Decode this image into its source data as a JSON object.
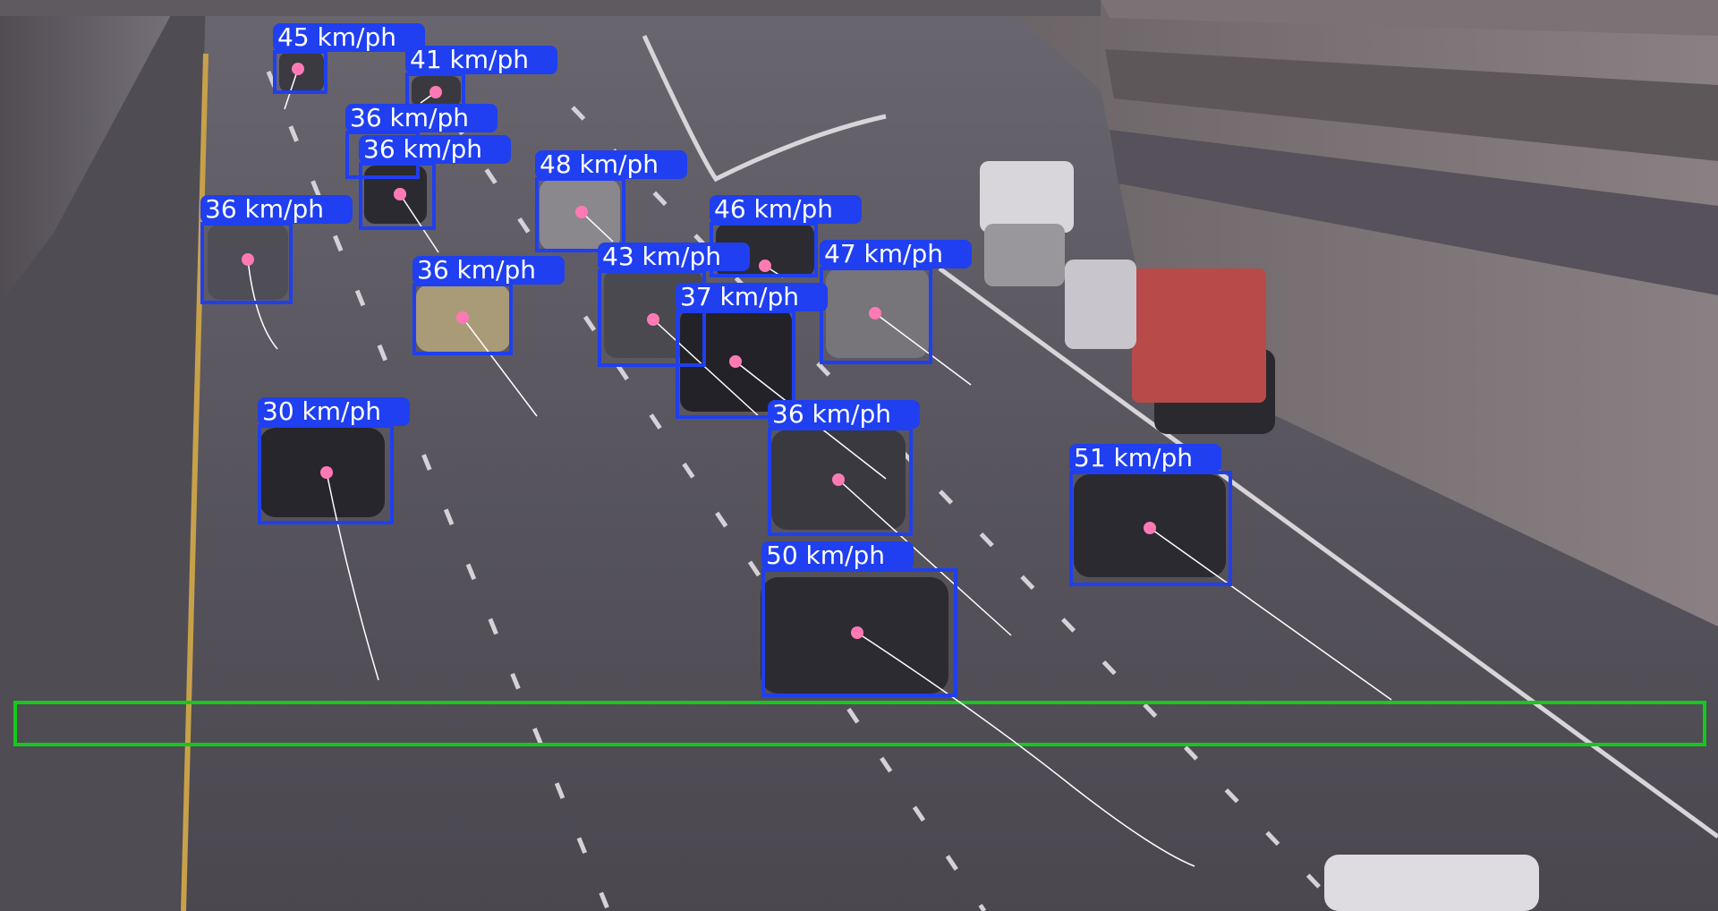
{
  "overlay": {
    "box_color": "#1f3ff0",
    "zone_color": "#16c81e",
    "trail_color": "#ffffff",
    "center_color": "#ff7ab4",
    "label_text_color": "#ffffff"
  },
  "detections": [
    {
      "speed_label": "45 km/ph"
    },
    {
      "speed_label": "41 km/ph"
    },
    {
      "speed_label": "36 km/ph"
    },
    {
      "speed_label": "36 km/ph"
    },
    {
      "speed_label": "48 km/ph"
    },
    {
      "speed_label": "36 km/ph"
    },
    {
      "speed_label": "46 km/ph"
    },
    {
      "speed_label": "43 km/ph"
    },
    {
      "speed_label": "47 km/ph"
    },
    {
      "speed_label": "36 km/ph"
    },
    {
      "speed_label": "37 km/ph"
    },
    {
      "speed_label": "30 km/ph"
    },
    {
      "speed_label": "36 km/ph"
    },
    {
      "speed_label": "51 km/ph"
    },
    {
      "speed_label": "50 km/ph"
    }
  ]
}
